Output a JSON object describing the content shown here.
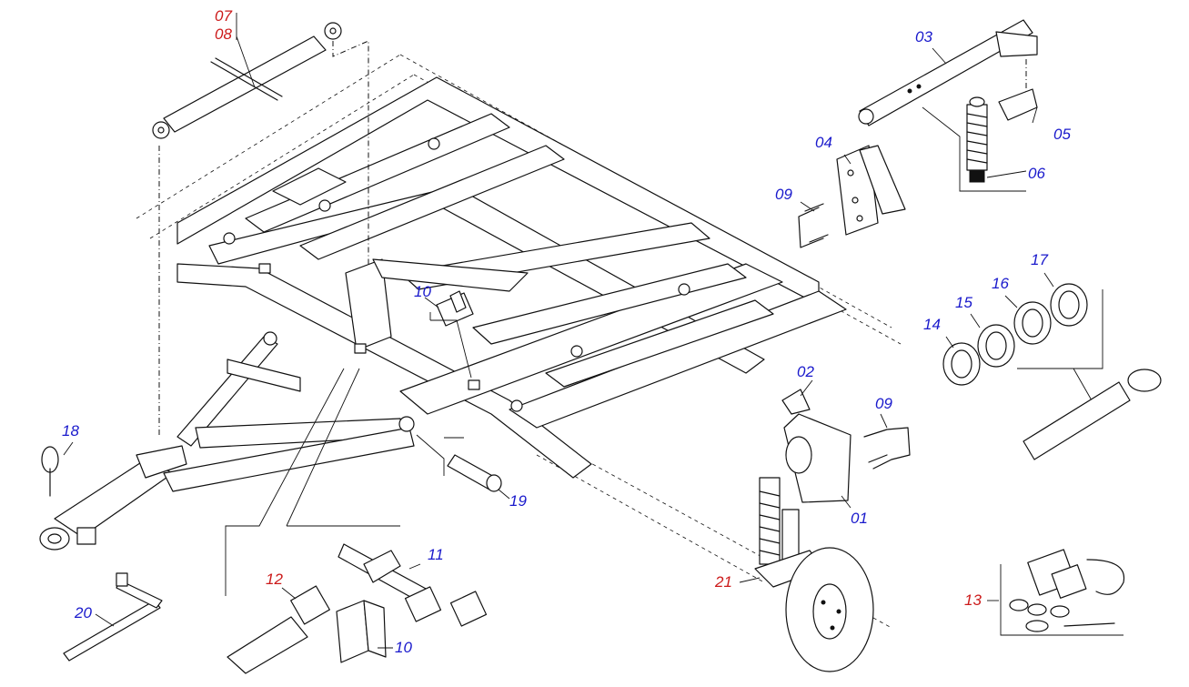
{
  "colors": {
    "blue_label": "#1a1acc",
    "red_label": "#cc1a1a",
    "line": "#111111"
  },
  "callouts": [
    {
      "id": "c01",
      "text": "01",
      "color": "blue"
    },
    {
      "id": "c02",
      "text": "02",
      "color": "blue"
    },
    {
      "id": "c03",
      "text": "03",
      "color": "blue"
    },
    {
      "id": "c04",
      "text": "04",
      "color": "blue"
    },
    {
      "id": "c05",
      "text": "05",
      "color": "blue"
    },
    {
      "id": "c06",
      "text": "06",
      "color": "blue"
    },
    {
      "id": "c07",
      "text": "07",
      "color": "red"
    },
    {
      "id": "c08",
      "text": "08",
      "color": "red"
    },
    {
      "id": "c09a",
      "text": "09",
      "color": "blue"
    },
    {
      "id": "c09b",
      "text": "09",
      "color": "blue"
    },
    {
      "id": "c10a",
      "text": "10",
      "color": "blue"
    },
    {
      "id": "c10b",
      "text": "10",
      "color": "blue"
    },
    {
      "id": "c11",
      "text": "11",
      "color": "blue"
    },
    {
      "id": "c12",
      "text": "12",
      "color": "red"
    },
    {
      "id": "c13",
      "text": "13",
      "color": "red"
    },
    {
      "id": "c14",
      "text": "14",
      "color": "blue"
    },
    {
      "id": "c15",
      "text": "15",
      "color": "blue"
    },
    {
      "id": "c16",
      "text": "16",
      "color": "blue"
    },
    {
      "id": "c17",
      "text": "17",
      "color": "blue"
    },
    {
      "id": "c18",
      "text": "18",
      "color": "blue"
    },
    {
      "id": "c19",
      "text": "19",
      "color": "blue"
    },
    {
      "id": "c20",
      "text": "20",
      "color": "blue"
    },
    {
      "id": "c21",
      "text": "21",
      "color": "red"
    }
  ]
}
